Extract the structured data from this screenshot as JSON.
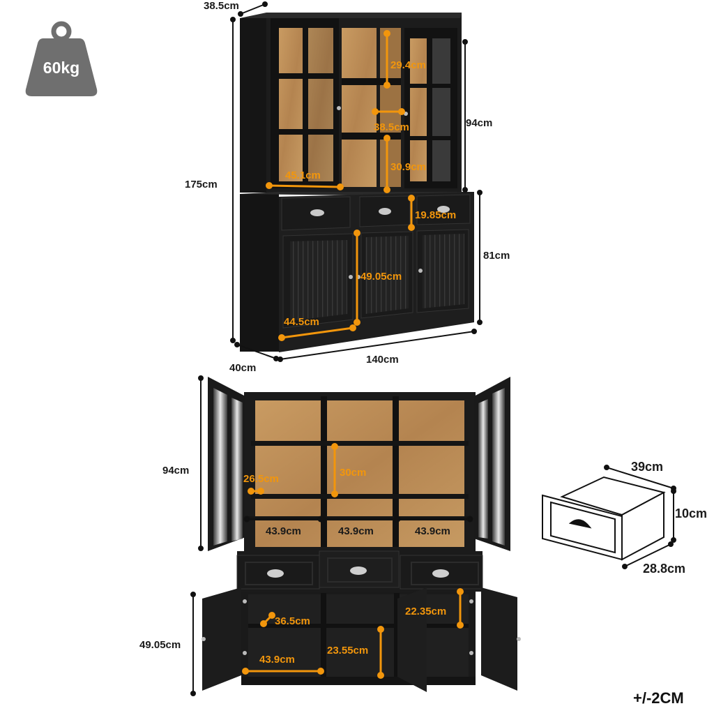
{
  "weight": {
    "label": "60kg"
  },
  "top_view": {
    "depth_top": "38.5cm",
    "height_total": "175cm",
    "height_hutch": "94cm",
    "height_base": "81cm",
    "depth_base": "40cm",
    "width_total": "140cm",
    "shelf_height_upper": "29.4cm",
    "middle_width": "38.5cm",
    "shelf_height_lower": "30.9cm",
    "door_width": "45.1cm",
    "drawer_height": "19.85cm",
    "cabinet_height": "49.05cm",
    "cabinet_width": "44.5cm"
  },
  "open_view": {
    "hutch_height": "94cm",
    "shelf_depth": "26.5cm",
    "shelf_gap": "30cm",
    "bay_width_1": "43.9cm",
    "bay_width_2": "43.9cm",
    "bay_width_3": "43.9cm",
    "cabinet_height": "49.05cm",
    "cabinet_depth": "36.5cm",
    "cabinet_width": "43.9cm",
    "lower_shelf_height": "23.55cm",
    "upper_shelf_height": "22.35cm"
  },
  "drawer": {
    "width": "39cm",
    "height": "10cm",
    "depth": "28.8cm"
  },
  "tolerance": "+/-2CM",
  "colors": {
    "cabinet": "#1e1e1e",
    "wood": "#b98c55",
    "dimension": "#f2960c",
    "badge": "#6f6f6f"
  }
}
